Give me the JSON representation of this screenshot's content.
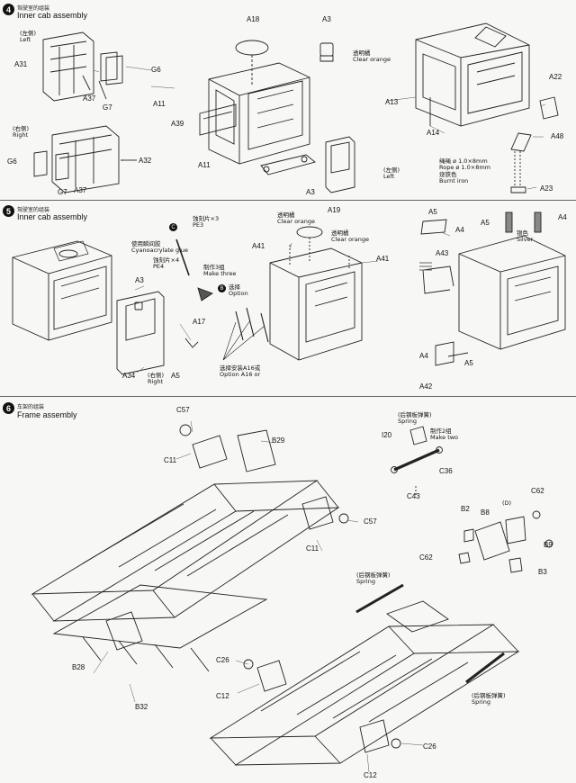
{
  "steps": [
    {
      "number": "4",
      "cn": "驾驶室的组装",
      "title": "Inner cab assembly"
    },
    {
      "number": "5",
      "cn": "驾驶室的组装",
      "title": "Inner cab assembly"
    },
    {
      "number": "6",
      "cn": "车架的组装",
      "title": "Frame assembly"
    }
  ],
  "step4": {
    "left_note": {
      "cn": "(左侧)",
      "en": "Left"
    },
    "right_note": {
      "cn": "(右侧)",
      "en": "Right"
    },
    "left2_note": {
      "cn": "(左侧)",
      "en": "Left"
    },
    "clear_orange": {
      "cn": "透明橘",
      "en": "Clear orange"
    },
    "rope": {
      "cn1": "绳绳 ø 1.0×8mm",
      "en1": "Rope ø 1.0×8mm",
      "cn2": "烧铁色",
      "en2": "Burnt iron"
    },
    "parts": {
      "A31": "A31",
      "G6a": "G6",
      "A37a": "A37",
      "G7a": "G7",
      "G6b": "G6",
      "A32": "A32",
      "G7b": "G7",
      "A37b": "A37",
      "A18": "A18",
      "A3a": "A3",
      "A11a": "A11",
      "A39": "A39",
      "A11b": "A11",
      "A3b": "A3",
      "A13": "A13",
      "A14": "A14",
      "A22": "A22",
      "A48": "A48",
      "A23": "A23"
    }
  },
  "step5": {
    "pe3": {
      "cn": "蚀刻片×3",
      "en": "PE3"
    },
    "glue": {
      "cn": "使用瞬间胶",
      "en": "Cyanoacrylate glue"
    },
    "pe4": {
      "cn": "蚀刻片×4",
      "en": "PE4"
    },
    "make_three": {
      "cn": "制作3组",
      "en": "Make three"
    },
    "option": {
      "cn": "选择",
      "en": "Option"
    },
    "right_note": {
      "cn": "(右侧)",
      "en": "Right"
    },
    "option_a16": {
      "cn": "选择安装A16或",
      "en": "Option A16 or"
    },
    "clear_orange1": {
      "cn": "透明橘",
      "en": "Clear orange"
    },
    "clear_orange2": {
      "cn": "透明橘",
      "en": "Clear orange"
    },
    "silver": {
      "cn": "银色",
      "en": "Silver"
    },
    "circle_c": "C",
    "circle_b": "B",
    "parts": {
      "A3": "A3",
      "A34": "A34",
      "A5a": "A5",
      "A17": "A17",
      "A41a": "A41",
      "A19": "A19",
      "A41b": "A41",
      "A5b": "A5",
      "A4a": "A4",
      "A43": "A43",
      "A5c": "A5",
      "A4b": "A4",
      "A4c": "A4",
      "A5d": "A5",
      "A42": "A42"
    }
  },
  "step6": {
    "spring1": {
      "cn": "(后钢板弹簧)",
      "en": "Spring"
    },
    "make_two": {
      "cn": "制作2组",
      "en": "Make two"
    },
    "spring2": {
      "cn": "(后钢板弹簧)",
      "en": "Spring"
    },
    "spring3": {
      "cn": "(后钢板弹簧)",
      "en": "Spring"
    },
    "circle_d": "(D)",
    "parts": {
      "C57a": "C57",
      "C11a": "C11",
      "B29": "B29",
      "C57b": "C57",
      "C11b": "C11",
      "I20": "I20",
      "C36": "C36",
      "C43": "C43",
      "C62a": "C62",
      "B2": "B2",
      "B8": "B8",
      "B9": "B9",
      "C62b": "C62",
      "B3": "B3",
      "B28": "B28",
      "B32": "B32",
      "C26a": "C26",
      "C12a": "C12",
      "C26b": "C26",
      "C12b": "C12"
    }
  }
}
